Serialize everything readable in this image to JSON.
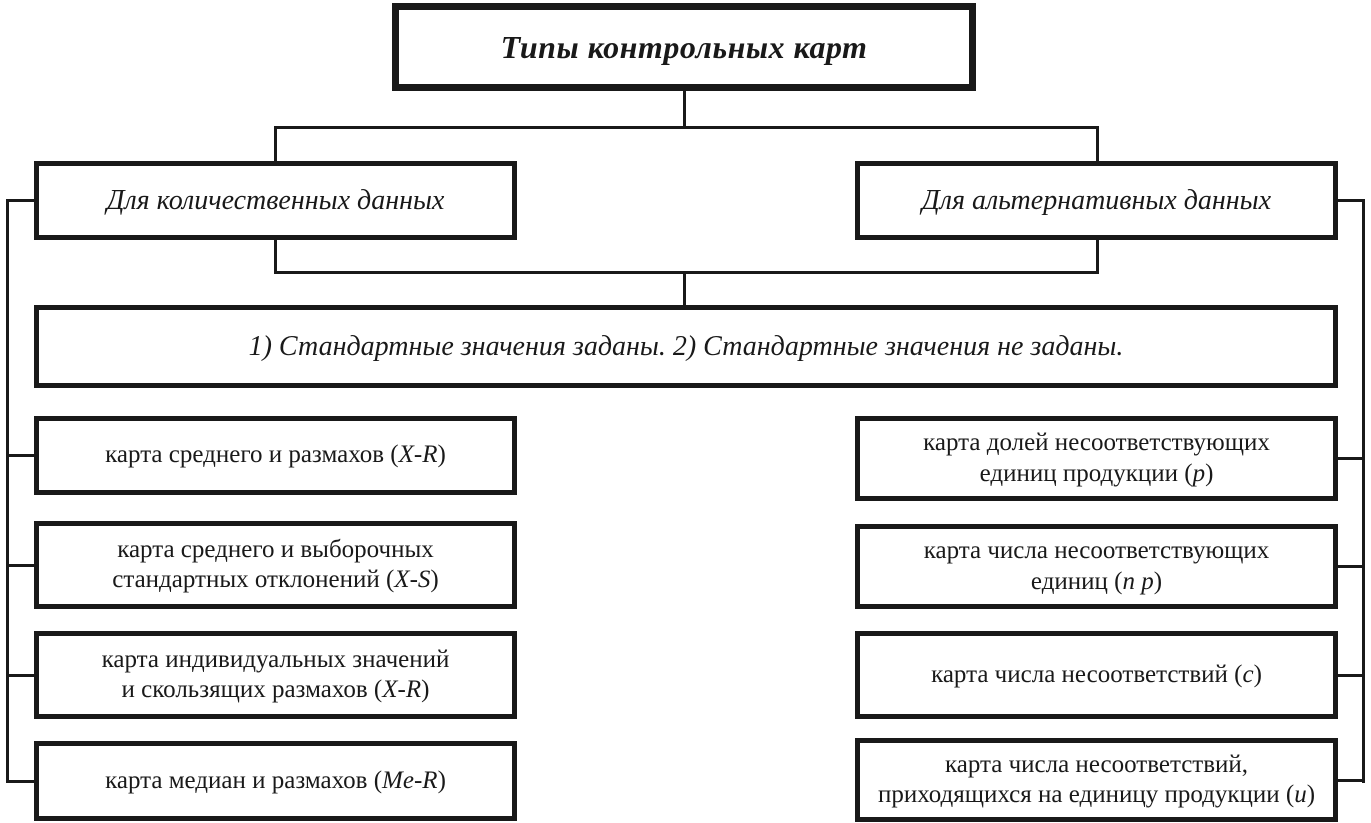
{
  "title": "Типы контрольных карт",
  "branches": {
    "left": "Для количественных данных",
    "right": "Для альтернативных данных"
  },
  "note": "1) Стандартные значения заданы. 2) Стандартные значения не заданы.",
  "cards": {
    "left": [
      {
        "pre": "карта среднего и размахов (",
        "var": "X-R",
        "post": ")"
      },
      {
        "line1": "карта среднего и выборочных",
        "pre": "стандартных отклонений (",
        "var": "X-S",
        "post": ")"
      },
      {
        "line1": "карта индивидуальных значений",
        "pre": "и скользящих размахов (",
        "var": "X-R",
        "post": ")"
      },
      {
        "pre": "карта медиан и размахов (",
        "var": "Me-R",
        "post": ")"
      }
    ],
    "right": [
      {
        "line1": "карта долей несоответствующих",
        "pre": "единиц продукции (",
        "var": "p",
        "post": ")"
      },
      {
        "line1": "карта числа несоответствующих",
        "pre": "единиц (",
        "var": "n p",
        "post": ")"
      },
      {
        "pre": "карта числа несоответствий (",
        "var": "c",
        "post": ")"
      },
      {
        "line1": "карта числа несоответствий,",
        "pre": "приходящихся на единицу продукции (",
        "var": "u",
        "post": ")"
      }
    ]
  },
  "colors": {
    "ink": "#191919",
    "background": "#ffffff"
  }
}
